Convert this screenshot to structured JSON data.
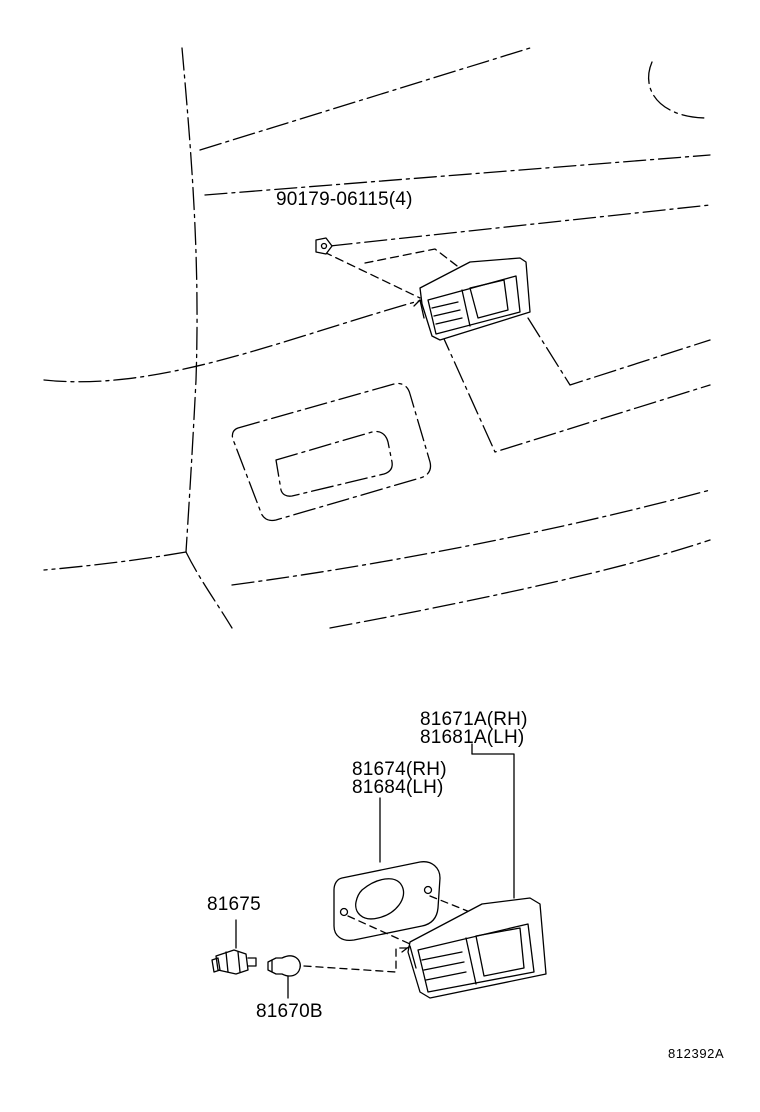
{
  "parts": {
    "bolt": "90179-06115(4)",
    "lens_rh": "81671A(RH)",
    "lens_lh": "81681A(LH)",
    "gasket_rh": "81674(RH)",
    "gasket_lh": "81684(LH)",
    "socket": "81675",
    "bulb": "81670B"
  },
  "illustration_code": "812392A"
}
